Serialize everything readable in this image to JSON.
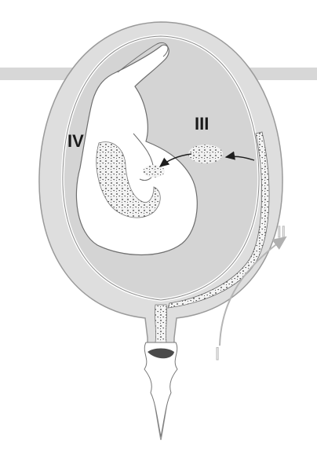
{
  "diagram": {
    "labels": {
      "stage_1": "I",
      "stage_2": "II",
      "stage_3": "III",
      "stage_4": "IV"
    },
    "colors": {
      "uterus_fill": "#dcdcdc",
      "uterus_outline": "#9a9a9a",
      "fetus_fill": "#ffffff",
      "fetus_outline": "#6e6e6e",
      "amniotic_fill": "#d6d6d6",
      "speckle": "#222222",
      "arrow_dark": "#1e1e1e",
      "arrow_light": "#b5b5b5",
      "background_band": "#c4c4c4"
    },
    "icons": [
      "arrow-icon",
      "curved-arrow-icon"
    ]
  }
}
